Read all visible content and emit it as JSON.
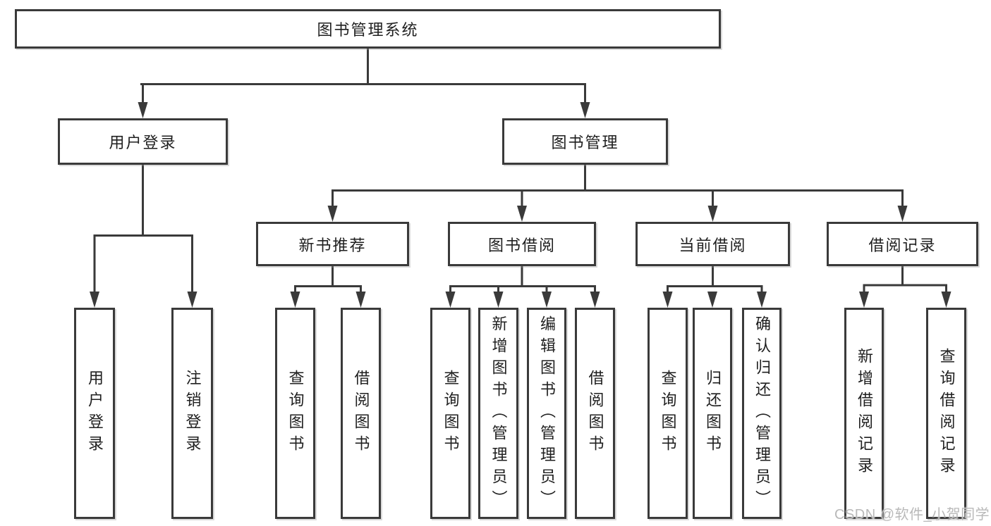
{
  "tree": {
    "label": "图书管理系统",
    "children": [
      {
        "label": "用户登录",
        "children": [
          {
            "label": "用户登录"
          },
          {
            "label": "注销登录"
          }
        ]
      },
      {
        "label": "图书管理",
        "children": [
          {
            "label": "新书推荐",
            "children": [
              {
                "label": "查询图书"
              },
              {
                "label": "借阅图书"
              }
            ]
          },
          {
            "label": "图书借阅",
            "children": [
              {
                "label": "查询图书"
              },
              {
                "label": "新增图书（管理员）"
              },
              {
                "label": "编辑图书（管理员）"
              },
              {
                "label": "借阅图书"
              }
            ]
          },
          {
            "label": "当前借阅",
            "children": [
              {
                "label": "查询图书"
              },
              {
                "label": "归还图书"
              },
              {
                "label": "确认归还（管理员）"
              }
            ]
          },
          {
            "label": "借阅记录",
            "children": [
              {
                "label": "新增借阅记录"
              },
              {
                "label": "查询借阅记录"
              }
            ]
          }
        ]
      }
    ]
  },
  "watermark": "CSDN @软件_小贺同学",
  "colors": {
    "line": "#3a3a3a",
    "text": "#1f1f1f",
    "watermark": "#b9b9b9",
    "background": "#ffffff"
  }
}
